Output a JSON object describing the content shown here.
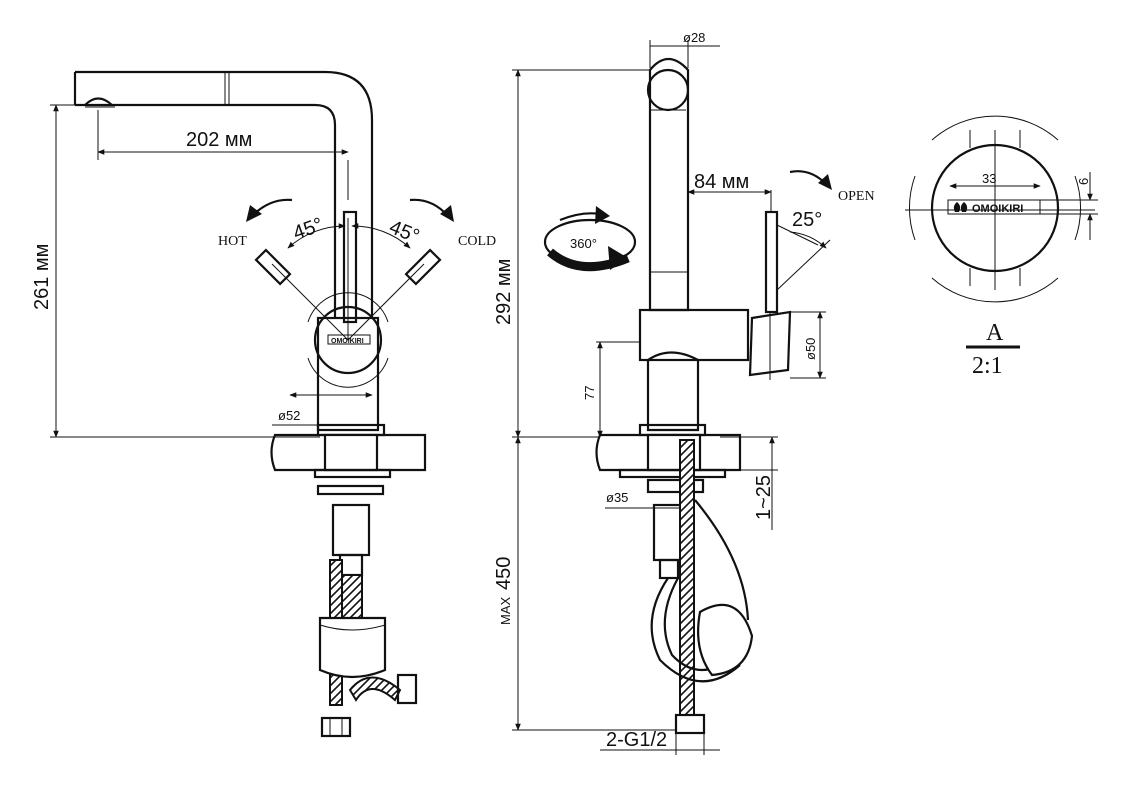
{
  "front_view": {
    "spout_reach": "202 мм",
    "height": "261 мм",
    "base_diameter": "ø52",
    "hot_label": "HOT",
    "cold_label": "COLD",
    "hot_angle": "45°",
    "cold_angle": "45°",
    "logo": "OMOIKIRI"
  },
  "side_view": {
    "top_diameter": "ø28",
    "height": "292 мм",
    "lever_offset": "84 мм",
    "open_label": "OPEN",
    "lever_angle": "25°",
    "rotation": "360°",
    "handle_diameter": "ø50",
    "body_height": "77",
    "shank_diameter": "ø35",
    "deck_thickness": "1~25",
    "hose_length_prefix": "MAX",
    "hose_length": "450",
    "connection": "2-G1/2"
  },
  "detail_a": {
    "width": "33",
    "offset": "6",
    "logo": "OMOIKIRI",
    "label": "A",
    "scale": "2:1"
  }
}
